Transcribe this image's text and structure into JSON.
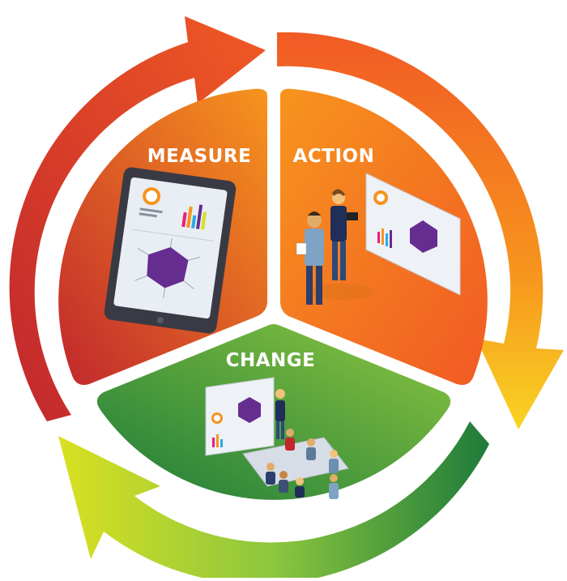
{
  "segments": {
    "measure": {
      "label": "MEASURE",
      "color_from": "#f7941d",
      "color_to": "#c1272d"
    },
    "action": {
      "label": "ACTION",
      "color_from": "#f7941d",
      "color_to": "#f15a24"
    },
    "change": {
      "label": "CHANGE",
      "color_from": "#8cc63f",
      "color_to": "#1e7b3a"
    }
  },
  "cycle_arrows": {
    "top_left_colors": [
      "#e8442a",
      "#f15a24"
    ],
    "right_colors": [
      "#f7941d",
      "#f9d423"
    ],
    "bottom_colors": [
      "#1e7b3a",
      "#d9e021"
    ]
  },
  "illustration_colors": {
    "radar_fill": "#662d91",
    "bars": [
      "#ed1e79",
      "#f7931e",
      "#29abe2",
      "#662d91",
      "#d9e021"
    ]
  }
}
